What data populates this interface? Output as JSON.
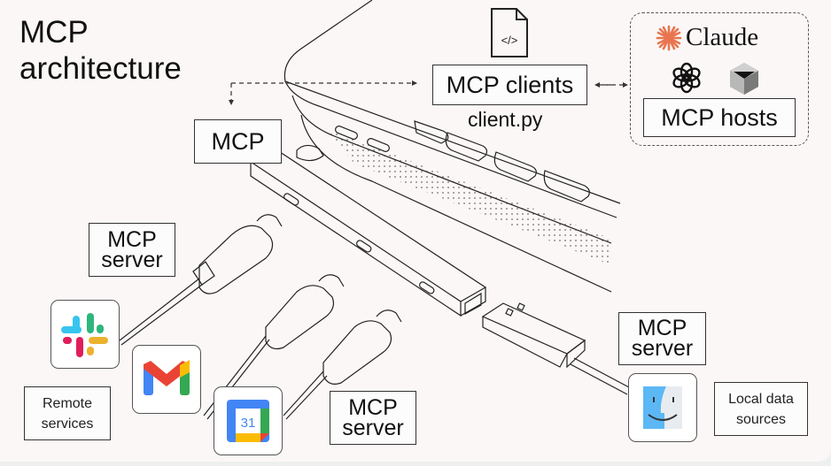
{
  "title": {
    "line1": "MCP",
    "line2": "architecture"
  },
  "client": {
    "icon": "code-file-icon",
    "label": "MCP clients",
    "filename": "client.py"
  },
  "hosts": {
    "brand": "Claude",
    "brand_color": "#e8754f",
    "icons": [
      "claude-spark-icon",
      "openai-icon",
      "gemini-cube-icon"
    ],
    "label": "MCP hosts"
  },
  "hub": {
    "label": "MCP"
  },
  "servers": [
    {
      "label_line1": "MCP",
      "label_line2": "server"
    },
    {
      "label_line1": "MCP",
      "label_line2": "server"
    },
    {
      "label_line1": "MCP",
      "label_line2": "server"
    }
  ],
  "remote": {
    "caption_line1": "Remote",
    "caption_line2": "services",
    "apps": [
      {
        "name": "Slack",
        "icon": "slack-icon"
      },
      {
        "name": "Gmail",
        "icon": "gmail-icon"
      },
      {
        "name": "Google Calendar",
        "icon": "google-calendar-icon",
        "day": "31"
      }
    ]
  },
  "local": {
    "caption_line1": "Local data",
    "caption_line2": "sources",
    "app": {
      "name": "Finder",
      "icon": "finder-icon"
    }
  },
  "colors": {
    "background": "#fbf7f6",
    "line": "#222222",
    "slack": [
      "#36c5f0",
      "#2eb67d",
      "#ecb22e",
      "#e01e5a"
    ],
    "google": [
      "#4285f4",
      "#ea4335",
      "#fbbc04",
      "#34a853"
    ],
    "finder": [
      "#5bb8f5",
      "#e8ecf0"
    ]
  }
}
